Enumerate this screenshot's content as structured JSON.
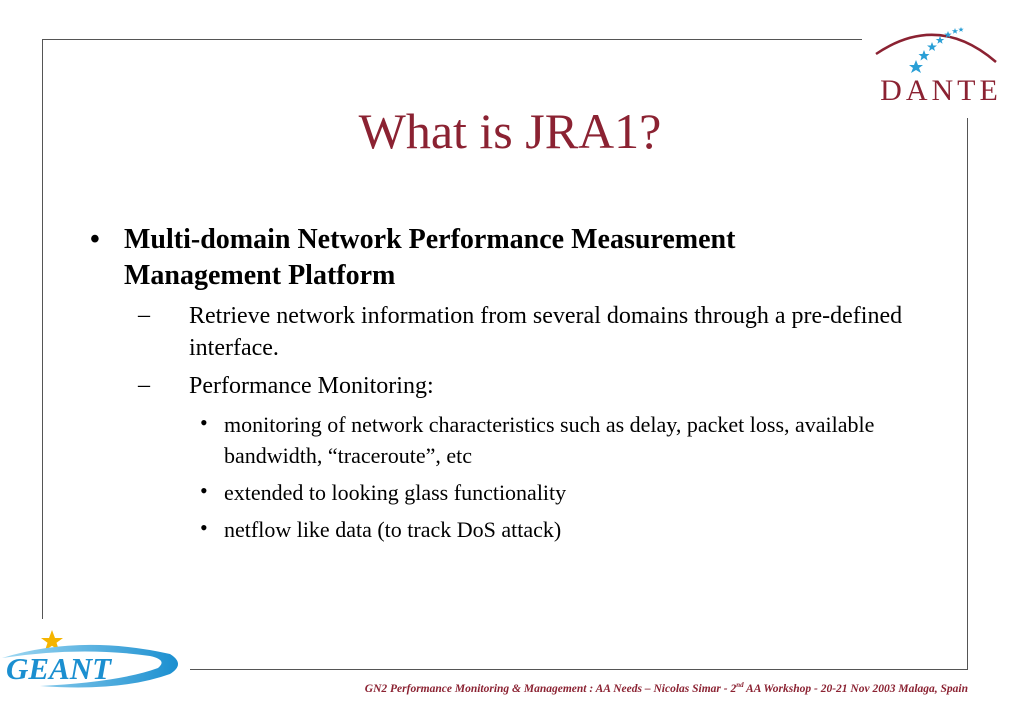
{
  "slide": {
    "title": "What is JRA1?",
    "bullets": [
      {
        "text": "Multi-domain Network Performance Measurement Management Platform",
        "subitems": [
          {
            "text": "Retrieve network information from several domains through a pre-defined interface."
          },
          {
            "text": "Performance Monitoring:",
            "subitems": [
              {
                "text": "monitoring of network characteristics such as delay, packet loss, available bandwidth, “traceroute”, etc"
              },
              {
                "text": "extended to looking glass functionality"
              },
              {
                "text": "netflow like data (to track DoS attack)"
              }
            ]
          }
        ]
      }
    ]
  },
  "markers": {
    "level1": "•",
    "level2": "–",
    "level3": "•"
  },
  "logos": {
    "top_right": "DANTE",
    "bottom_left": "GEANT"
  },
  "footer": {
    "before_sup": "GN2 Performance Monitoring & Management : AA Needs – Nicolas Simar - 2",
    "sup": "nd",
    "after_sup": " AA Workshop - 20-21 Nov 2003 Malaga, Spain"
  },
  "colors": {
    "title": "#8b2232",
    "footer": "#8b2232",
    "star": "#2a9fd6",
    "geant_gold": "#f5b400"
  }
}
